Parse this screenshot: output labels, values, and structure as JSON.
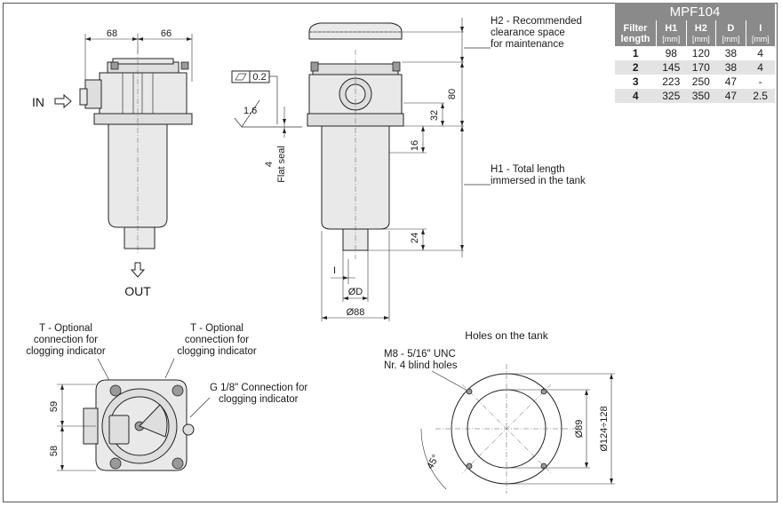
{
  "table": {
    "title": "MPF104",
    "headers": [
      {
        "label": "Filter length",
        "unit": ""
      },
      {
        "label": "H1",
        "unit": "[mm]"
      },
      {
        "label": "H2",
        "unit": "[mm]"
      },
      {
        "label": "D",
        "unit": "[mm]"
      },
      {
        "label": "I",
        "unit": "[mm]"
      }
    ],
    "rows": [
      [
        "1",
        "98",
        "120",
        "38",
        "4"
      ],
      [
        "2",
        "145",
        "170",
        "38",
        "4"
      ],
      [
        "3",
        "223",
        "250",
        "47",
        "-"
      ],
      [
        "4",
        "325",
        "350",
        "47",
        "2.5"
      ]
    ]
  },
  "labels": {
    "in": "IN",
    "out": "OUT",
    "dim_68": "68",
    "dim_66": "66",
    "flatness": "0.2",
    "roughness": "1.6",
    "flat_seal_value": "4",
    "flat_seal": "Flat seal",
    "dim_80": "80",
    "dim_32": "32",
    "dim_16": "16",
    "dim_24": "24",
    "dim_i": "I",
    "dim_od": "ØD",
    "dim_88": "Ø88",
    "h2_note": [
      "H2 - Recommended",
      "clearance space",
      "for maintenance"
    ],
    "h1_note": [
      "H1 - Total length",
      "immersed in the tank"
    ],
    "t_left": [
      "T - Optional",
      "connection for",
      "clogging indicator"
    ],
    "t_right": [
      "T - Optional",
      "connection for",
      "clogging indicator"
    ],
    "g_conn": [
      "G 1/8\" Connection for",
      "clogging indicator"
    ],
    "dim_59": "59",
    "dim_58": "58",
    "holes_title": "Holes on the tank",
    "m8_note": [
      "M8 - 5/16\" UNC",
      "Nr. 4 blind holes"
    ],
    "dim_89": "Ø89",
    "dim_124": "Ø124÷128",
    "dim_45": "45°"
  }
}
